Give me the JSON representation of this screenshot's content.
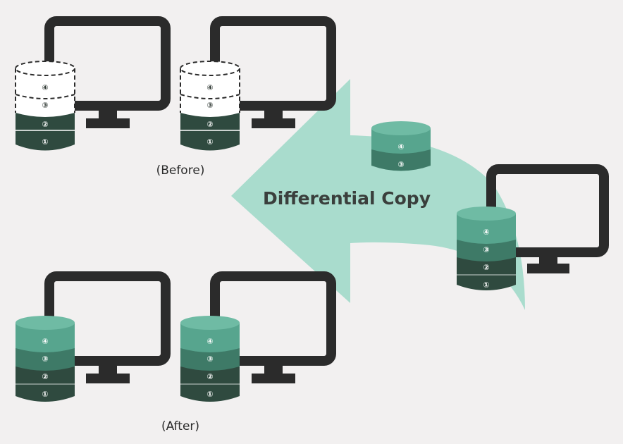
{
  "labels": {
    "before": "(Before)",
    "after": "(After)",
    "differential": "Differential Copy"
  },
  "block_numbers": [
    "①",
    "②",
    "③",
    "④"
  ],
  "colors": {
    "background": "#f2f0f0",
    "monitor": "#2b2b2b",
    "block_dark": "#2f4a3f",
    "block_mid": "#3e7a67",
    "block_light": "#57a58e",
    "arrow": "#a9dccd"
  }
}
